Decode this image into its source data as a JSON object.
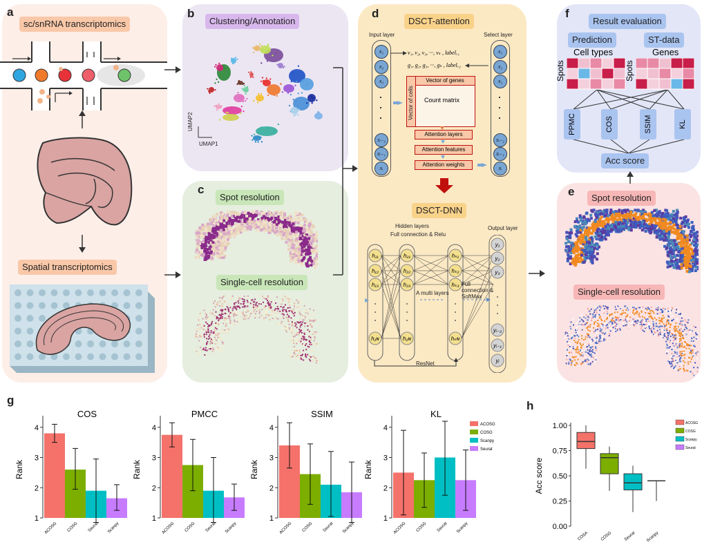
{
  "panels": {
    "a": {
      "letter": "a",
      "title": "sc/snRNA transcriptomics",
      "spatial_title": "Spatial transcriptomics"
    },
    "b": {
      "letter": "b",
      "title": "Clustering/Annotation",
      "umap_y": "UMAP2",
      "umap_x": "UMAP1"
    },
    "c": {
      "letter": "c",
      "spot": "Spot resolution",
      "single": "Single-cell resolution"
    },
    "d": {
      "letter": "d",
      "attention_title": "DSCT-attention",
      "input_layer": "Input layer",
      "select_layer": "Select layer",
      "formula1": "v₁, v₂, v₃, ···, vₖ , labelₓ₁",
      "formula2": "g₁, g₂, g₃, ···, gₖ , labelₓ₂",
      "vector_genes": "Vector of genes",
      "vector_cells": "Vector of cells",
      "count_matrix": "Count matrix",
      "attention_layers": "Attention layers",
      "attention_features": "Attention features",
      "attention_weights": "Attention weights",
      "dnn_title": "DSCT-DNN",
      "hidden_layers": "Hidden layers",
      "full_relu": "Full connection & Relu",
      "output_layer": "Output layer",
      "multi_layers": "A multi layers",
      "full_softmax": "Full connection & SoftMax",
      "resnet": "ResNet",
      "x_nodes": [
        "x₁",
        "x₂",
        "x₃",
        "xᵢ₋₂",
        "xᵢ₋₁",
        "xᵢ"
      ],
      "h1": [
        "h₁₁",
        "h₁₂",
        "h₁₃",
        "h₁ɴ"
      ],
      "h2": [
        "h₂₁",
        "h₂₂",
        "h₂₃",
        "h₂ɴ"
      ],
      "hk": [
        "hₖ₁",
        "hₖ₂",
        "hₖ₃",
        "hₖɴ"
      ],
      "y_nodes": [
        "y₁",
        "y₂",
        "y₃",
        "yᵢ₋₂",
        "yᵢ₋₁",
        "yᵢ"
      ]
    },
    "e": {
      "letter": "e",
      "spot": "Spot resolution",
      "single": "Single-cell resolution"
    },
    "f": {
      "letter": "f",
      "title": "Result evaluation",
      "prediction": "Prediction",
      "st_data": "ST-data",
      "cell_types": "Cell types",
      "genes": "Genes",
      "spots": "Spots",
      "metrics": [
        "PPMC",
        "COS",
        "SSIM",
        "KL"
      ],
      "acc": "Acc score"
    },
    "g": {
      "letter": "g"
    },
    "h": {
      "letter": "h"
    }
  },
  "colors": {
    "acosg": "#f4726a",
    "cosg": "#7cae00",
    "seurat_teal": "#00bfc4",
    "scanpy_purple": "#c77cff",
    "panel_a": "#fdeee8",
    "panel_b": "#ece6f3",
    "panel_c": "#e6eedf",
    "panel_d": "#fbe9c4",
    "panel_e": "#fbe3e3",
    "panel_f": "#e3e6f7",
    "dark_red": "#c0100c"
  },
  "chart_data": [
    {
      "type": "bar",
      "title": "COS",
      "ylabel": "Rank",
      "ylim": [
        1,
        4.2
      ],
      "categories": [
        "ACOSG",
        "COSG",
        "Seurat",
        "Scanpy"
      ],
      "values": [
        3.8,
        2.6,
        1.9,
        1.65
      ],
      "errors": [
        [
          3.5,
          4.1
        ],
        [
          1.95,
          3.3
        ],
        [
          0.85,
          2.95
        ],
        [
          1.25,
          2.1
        ]
      ]
    },
    {
      "type": "bar",
      "title": "PMCC",
      "ylabel": "Rank",
      "ylim": [
        1,
        4.2
      ],
      "categories": [
        "ACOSG",
        "COSG",
        "Seurat",
        "Scanpy"
      ],
      "values": [
        3.75,
        2.75,
        1.9,
        1.68
      ],
      "errors": [
        [
          3.35,
          4.15
        ],
        [
          1.9,
          3.6
        ],
        [
          0.85,
          3.0
        ],
        [
          1.25,
          2.12
        ]
      ]
    },
    {
      "type": "bar",
      "title": "SSIM",
      "ylabel": "Rank",
      "ylim": [
        1,
        4.2
      ],
      "categories": [
        "ACOSG",
        "COSG",
        "Seurat",
        "Scanpy"
      ],
      "values": [
        3.4,
        2.45,
        2.1,
        1.85
      ],
      "errors": [
        [
          2.65,
          4.15
        ],
        [
          1.45,
          3.45
        ],
        [
          1.05,
          3.2
        ],
        [
          0.85,
          2.85
        ]
      ]
    },
    {
      "type": "bar",
      "title": "KL",
      "ylabel": "Rank",
      "ylim": [
        1,
        4.2
      ],
      "categories": [
        "ACOSG",
        "COSG",
        "Seurat",
        "Scanpy"
      ],
      "values": [
        2.5,
        2.25,
        3.0,
        2.25
      ],
      "errors": [
        [
          1.1,
          3.9
        ],
        [
          1.35,
          3.15
        ],
        [
          1.75,
          4.2
        ],
        [
          1.25,
          3.25
        ]
      ]
    },
    {
      "type": "box",
      "ylabel": "Acc score",
      "ylim": [
        0,
        1.0
      ],
      "yticks": [
        "0.00",
        "0.25",
        "0.50",
        "0.75",
        "1.00"
      ],
      "categories": [
        "COSA",
        "COSG",
        "Seurat",
        "Scanpy"
      ],
      "boxes": [
        {
          "min": 0.57,
          "q1": 0.77,
          "median": 0.84,
          "q3": 0.93,
          "max": 1.0
        },
        {
          "min": 0.35,
          "q1": 0.52,
          "median": 0.68,
          "q3": 0.72,
          "max": 0.79
        },
        {
          "min": 0.14,
          "q1": 0.36,
          "median": 0.43,
          "q3": 0.52,
          "max": 0.6
        },
        {
          "min": 0.25,
          "q1": 0.45,
          "median": 0.45,
          "q3": 0.45,
          "max": 0.45
        }
      ]
    }
  ],
  "legend": [
    "ACOSG",
    "COSG",
    "Scanpy",
    "Seurat"
  ],
  "legend_h": [
    "ACOSG",
    "COSG",
    "Scanpy",
    "Seurat"
  ]
}
